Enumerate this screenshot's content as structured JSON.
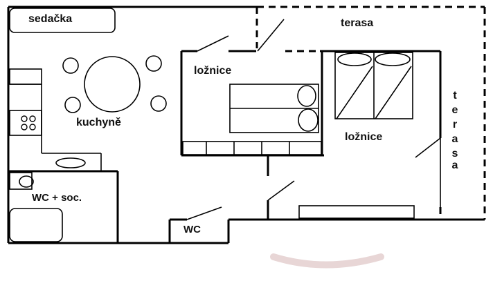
{
  "labels": {
    "sedacka": "sedačka",
    "terasa_top": "terasa",
    "loznice_1": "ložnice",
    "kuchyne": "kuchyně",
    "loznice_2": "ložnice",
    "terasa_side": [
      "t",
      "e",
      "r",
      "a",
      "s",
      "a"
    ],
    "wc_soc": "WC + soc.",
    "wc": "WC"
  },
  "colors": {
    "wall": "#000000",
    "background": "#ffffff",
    "watermark": "#e8d6d6"
  }
}
